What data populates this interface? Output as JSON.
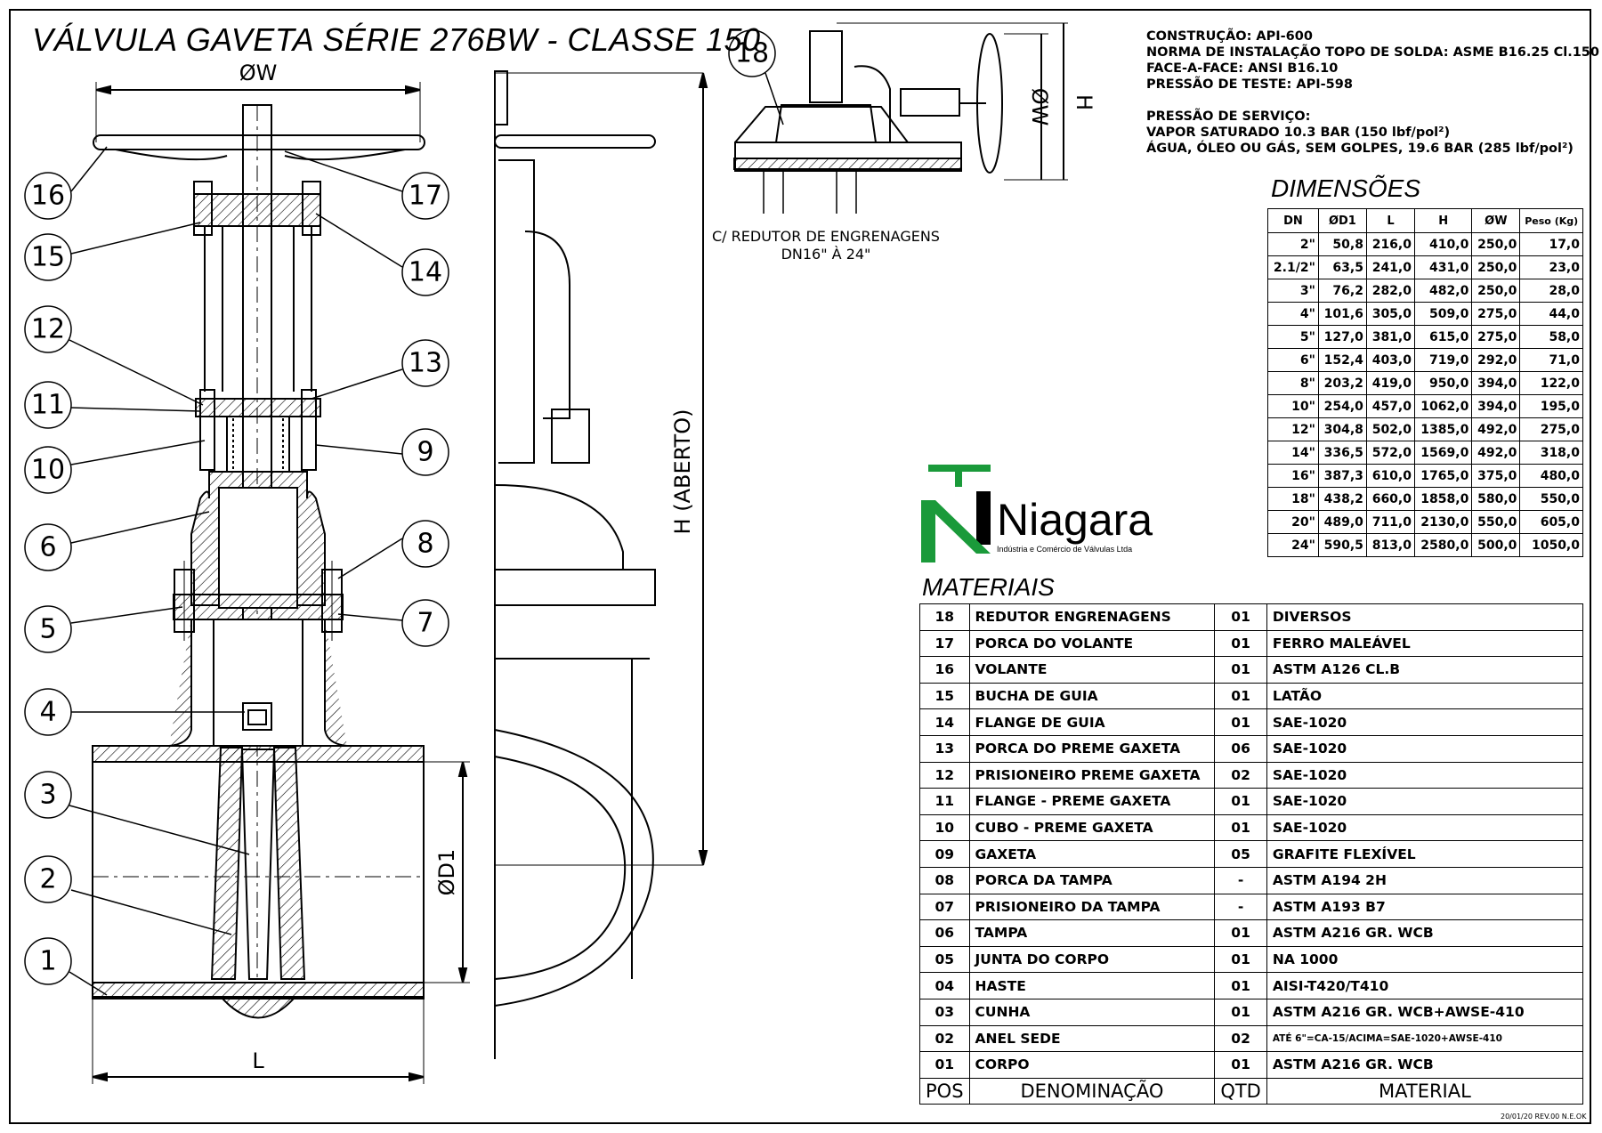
{
  "title": "VÁLVULA GAVETA SÉRIE 276BW - CLASSE 150",
  "specs": [
    "CONSTRUÇÃO: API-600",
    "NORMA DE INSTALAÇÃO TOPO DE SOLDA: ASME B16.25 Cl.150",
    "FACE-A-FACE: ANSI B16.10",
    "PRESSÃO DE TESTE: API-598",
    "",
    "PRESSÃO DE SERVIÇO:",
    "VAPOR SATURADO 10.3 BAR (150 lbf/pol²)",
    "ÁGUA, ÓLEO OU GÁS, SEM GOLPES, 19.6 BAR (285 lbf/pol²)"
  ],
  "dimensions": {
    "title": "DIMENSÕES",
    "headers": [
      "DN",
      "ØD1",
      "L",
      "H",
      "ØW",
      "Peso (Kg)"
    ],
    "rows": [
      [
        "2\"",
        "50,8",
        "216,0",
        "410,0",
        "250,0",
        "17,0"
      ],
      [
        "2.1/2\"",
        "63,5",
        "241,0",
        "431,0",
        "250,0",
        "23,0"
      ],
      [
        "3\"",
        "76,2",
        "282,0",
        "482,0",
        "250,0",
        "28,0"
      ],
      [
        "4\"",
        "101,6",
        "305,0",
        "509,0",
        "275,0",
        "44,0"
      ],
      [
        "5\"",
        "127,0",
        "381,0",
        "615,0",
        "275,0",
        "58,0"
      ],
      [
        "6\"",
        "152,4",
        "403,0",
        "719,0",
        "292,0",
        "71,0"
      ],
      [
        "8\"",
        "203,2",
        "419,0",
        "950,0",
        "394,0",
        "122,0"
      ],
      [
        "10\"",
        "254,0",
        "457,0",
        "1062,0",
        "394,0",
        "195,0"
      ],
      [
        "12\"",
        "304,8",
        "502,0",
        "1385,0",
        "492,0",
        "275,0"
      ],
      [
        "14\"",
        "336,5",
        "572,0",
        "1569,0",
        "492,0",
        "318,0"
      ],
      [
        "16\"",
        "387,3",
        "610,0",
        "1765,0",
        "375,0",
        "480,0"
      ],
      [
        "18\"",
        "438,2",
        "660,0",
        "1858,0",
        "580,0",
        "550,0"
      ],
      [
        "20\"",
        "489,0",
        "711,0",
        "2130,0",
        "550,0",
        "605,0"
      ],
      [
        "24\"",
        "590,5",
        "813,0",
        "2580,0",
        "500,0",
        "1050,0"
      ]
    ]
  },
  "materials": {
    "title": "MATERIAIS",
    "rows": [
      [
        "18",
        "REDUTOR ENGRENAGENS",
        "01",
        "DIVERSOS"
      ],
      [
        "17",
        "PORCA DO VOLANTE",
        "01",
        "FERRO MALEÁVEL"
      ],
      [
        "16",
        "VOLANTE",
        "01",
        "ASTM A126 CL.B"
      ],
      [
        "15",
        "BUCHA DE GUIA",
        "01",
        "LATÃO"
      ],
      [
        "14",
        "FLANGE DE GUIA",
        "01",
        "SAE-1020"
      ],
      [
        "13",
        "PORCA DO PREME GAXETA",
        "06",
        "SAE-1020"
      ],
      [
        "12",
        "PRISIONEIRO PREME GAXETA",
        "02",
        "SAE-1020"
      ],
      [
        "11",
        "FLANGE - PREME GAXETA",
        "01",
        "SAE-1020"
      ],
      [
        "10",
        "CUBO - PREME GAXETA",
        "01",
        "SAE-1020"
      ],
      [
        "09",
        "GAXETA",
        "05",
        "GRAFITE FLEXÍVEL"
      ],
      [
        "08",
        "PORCA DA TAMPA",
        "-",
        "ASTM A194 2H"
      ],
      [
        "07",
        "PRISIONEIRO DA TAMPA",
        "-",
        "ASTM A193 B7"
      ],
      [
        "06",
        "TAMPA",
        "01",
        "ASTM A216 GR. WCB"
      ],
      [
        "05",
        "JUNTA DO CORPO",
        "01",
        "NA 1000"
      ],
      [
        "04",
        "HASTE",
        "01",
        "AISI-T420/T410"
      ],
      [
        "03",
        "CUNHA",
        "01",
        "ASTM A216 GR. WCB+AWSE-410"
      ],
      [
        "02",
        "ANEL SEDE",
        "02",
        "ATÉ 6\"=CA-15/ACIMA=SAE-1020+AWSE-410"
      ],
      [
        "01",
        "CORPO",
        "01",
        "ASTM A216 GR. WCB"
      ]
    ],
    "footer": [
      "POS",
      "DENOMINAÇÃO",
      "QTD",
      "MATERIAL"
    ]
  },
  "gear_caption": [
    "C/ REDUTOR DE ENGRENAGENS",
    "DN16\" À 24\""
  ],
  "logo": {
    "name": "Niagara",
    "subtitle": "Indústria e Comércio de Válvulas Ltda",
    "color": "#1a9a3a"
  },
  "dimension_labels": {
    "w_top": "ØW",
    "l_bottom": "L",
    "d1": "ØD1",
    "h_open": "H (ABERTO)",
    "gear_w": "ØW",
    "gear_h": "H"
  },
  "callouts": [
    "16",
    "15",
    "12",
    "11",
    "10",
    "6",
    "5",
    "4",
    "3",
    "2",
    "1",
    "17",
    "14",
    "13",
    "9",
    "8",
    "7",
    "18"
  ],
  "revision": "20/01/20 REV.00 N.E.OK"
}
